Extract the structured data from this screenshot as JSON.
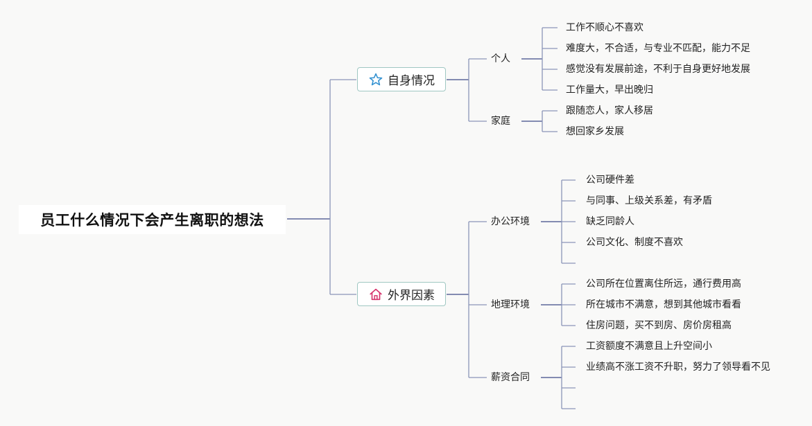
{
  "root": {
    "label": "员工什么情况下会产生离职的想法"
  },
  "categories": [
    {
      "label": "自身情况",
      "icon": "star-icon",
      "icon_color": "#2f8fd0",
      "groups": [
        {
          "label": "个人",
          "items": [
            "工作不顺心不喜欢",
            "难度大，不合适，与专业不匹配，能力不足",
            "感觉没有发展前途，不利于自身更好地发展",
            "工作量大，早出晚归"
          ]
        },
        {
          "label": "家庭",
          "items": [
            "跟随恋人，家人移居",
            "想回家乡发展"
          ]
        }
      ]
    },
    {
      "label": "外界因素",
      "icon": "home-icon",
      "icon_color": "#d6336c",
      "groups": [
        {
          "label": "办公环境",
          "items": [
            "公司硬件差",
            "与同事、上级关系差，有矛盾",
            "缺乏同龄人",
            "公司文化、制度不喜欢",
            ""
          ]
        },
        {
          "label": "地理环境",
          "items": [
            "公司所在位置离住所远，通行费用高",
            "所在城市不满意，想到其他城市看看",
            "住房问题，买不到房、房价房租高"
          ]
        },
        {
          "label": "薪资合同",
          "items": [
            "工资额度不满意且上升空间小",
            "业绩高不涨工资不升职，努力了领导看不见",
            "",
            ""
          ]
        }
      ]
    }
  ],
  "colors": {
    "connector": "#8a94b8",
    "connector_dark": "#3d4a86",
    "border": "#9fc7c2"
  }
}
